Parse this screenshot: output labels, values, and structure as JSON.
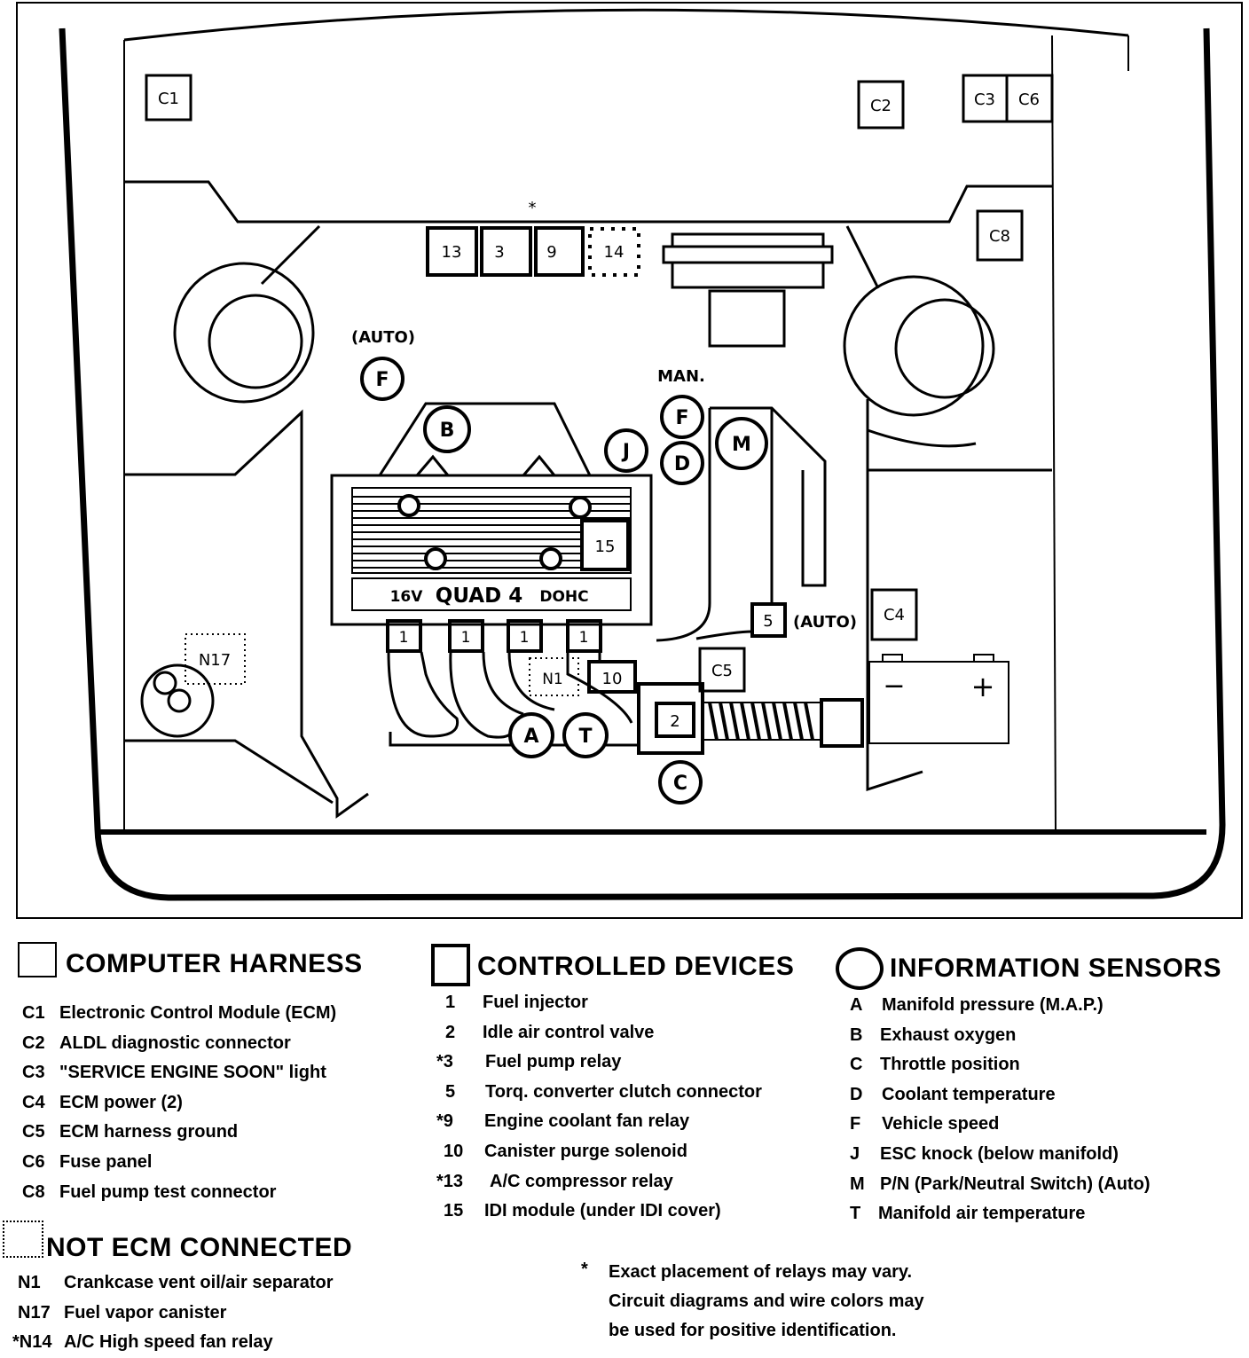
{
  "diagram_labels": {
    "c1": "C1",
    "c2": "C2",
    "c3": "C3",
    "c6": "C6",
    "c8": "C8",
    "c4": "C4",
    "c5": "C5",
    "relay_13": "13",
    "relay_3": "3",
    "relay_9": "9",
    "relay_14": "14",
    "star": "*",
    "auto_top": "(AUTO)",
    "man": "MAN.",
    "auto_right": "(AUTO)",
    "sensor_f_auto": "F",
    "sensor_f_man": "F",
    "sensor_d": "D",
    "sensor_m": "M",
    "sensor_b": "B",
    "sensor_j": "J",
    "sensor_a": "A",
    "sensor_t": "T",
    "sensor_c": "C",
    "device_15": "15",
    "device_5": "5",
    "device_10": "10",
    "device_2": "2",
    "injector": "1",
    "engine_badge_left": "16V",
    "engine_badge_main": "QUAD 4",
    "engine_badge_right": "DOHC",
    "n17": "N17",
    "n1": "N1",
    "battery_minus": "−",
    "battery_plus": "+"
  },
  "legend": {
    "computer_harness": {
      "title": "COMPUTER HARNESS",
      "items": [
        {
          "code": "C1",
          "text": "Electronic Control Module (ECM)"
        },
        {
          "code": "C2",
          "text": "ALDL diagnostic connector"
        },
        {
          "code": "C3",
          "text": "\"SERVICE ENGINE SOON\" light"
        },
        {
          "code": "C4",
          "text": "ECM power  (2)"
        },
        {
          "code": "C5",
          "text": "ECM harness ground"
        },
        {
          "code": "C6",
          "text": "Fuse panel"
        },
        {
          "code": "C8",
          "text": "Fuel pump test connector"
        }
      ]
    },
    "not_ecm_connected": {
      "title": "NOT ECM CONNECTED",
      "items": [
        {
          "code": "N1",
          "text": "Crankcase vent oil/air separator"
        },
        {
          "code": "N17",
          "text": "Fuel vapor canister"
        },
        {
          "code": "*N14",
          "text": "A/C High speed fan relay"
        }
      ]
    },
    "controlled_devices": {
      "title": "CONTROLLED DEVICES",
      "items": [
        {
          "code": "1",
          "text": "Fuel injector"
        },
        {
          "code": "2",
          "text": "Idle air control valve"
        },
        {
          "code": "*3",
          "text": "Fuel pump relay"
        },
        {
          "code": "5",
          "text": "Torq. converter clutch connector"
        },
        {
          "code": "*9",
          "text": "Engine coolant fan relay"
        },
        {
          "code": "10",
          "text": "Canister purge solenoid"
        },
        {
          "code": "*13",
          "text": "A/C compressor relay"
        },
        {
          "code": "15",
          "text": "IDI module (under IDI cover)"
        }
      ]
    },
    "information_sensors": {
      "title": "INFORMATION SENSORS",
      "items": [
        {
          "code": "A",
          "text": "Manifold pressure (M.A.P.)"
        },
        {
          "code": "B",
          "text": "Exhaust oxygen"
        },
        {
          "code": "C",
          "text": "Throttle position"
        },
        {
          "code": "D",
          "text": "Coolant temperature"
        },
        {
          "code": "F",
          "text": "Vehicle speed"
        },
        {
          "code": "J",
          "text": "ESC knock   (below manifold)"
        },
        {
          "code": "M",
          "text": "P/N (Park/Neutral Switch) (Auto)"
        },
        {
          "code": "T",
          "text": "Manifold air temperature"
        }
      ]
    },
    "note": {
      "star": "*",
      "lines": [
        "Exact placement of relays may vary.",
        "Circuit diagrams and wire colors may",
        "be used for positive identification."
      ]
    }
  }
}
